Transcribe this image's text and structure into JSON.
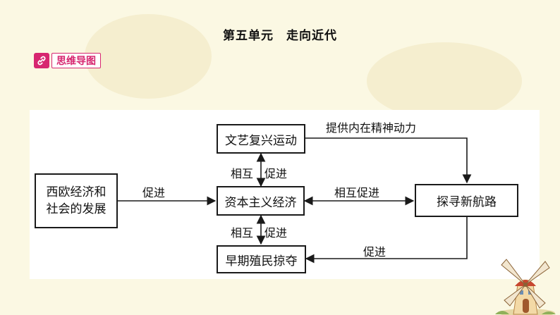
{
  "header": {
    "title": "第五单元　走向近代"
  },
  "section_tag": {
    "label": "思维导图",
    "icon": "link-icon",
    "color": "#d72670"
  },
  "diagram": {
    "nodes": {
      "renaissance": "文艺复兴运动",
      "western_europe_line1": "西欧经济和",
      "western_europe_line2": "社会的发展",
      "capitalist_economy": "资本主义经济",
      "new_routes": "探寻新航路",
      "colonial_plunder": "早期殖民掠夺"
    },
    "edges": {
      "renaissance_to_routes": "提供内在精神动力",
      "europe_to_capitalism": "促进",
      "renaissance_capitalism_left": "相互",
      "renaissance_capitalism_right": "促进",
      "capitalism_routes": "相互促进",
      "capitalism_colonial_left": "相互",
      "capitalism_colonial_right": "促进",
      "routes_to_colonial": "促进"
    }
  },
  "colors": {
    "background": "#fbf8e3",
    "line": "#1a1a1a",
    "accent": "#d72670"
  }
}
